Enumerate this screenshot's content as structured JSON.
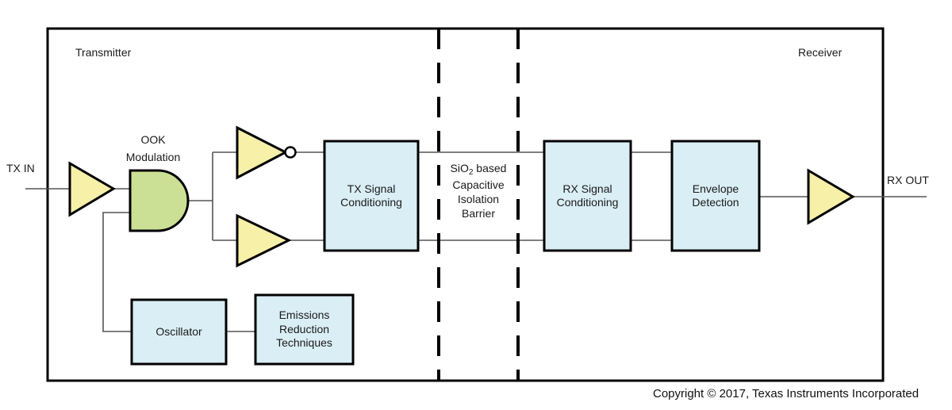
{
  "diagram": {
    "title_regions": {
      "transmitter_label": "Transmitter",
      "receiver_label": "Receiver"
    },
    "ports": {
      "input_label": "TX IN",
      "output_label": "RX OUT"
    },
    "annotations": {
      "ook_line1": "OOK",
      "ook_line2": "Modulation"
    },
    "barrier": {
      "line1_pre": "SiO",
      "line1_sub": "2",
      "line1_post": " based",
      "line2": "Capacitive",
      "line3": "Isolation",
      "line4": "Barrier"
    },
    "blocks": [
      {
        "id": "tx-signal-conditioning",
        "line1": "TX Signal",
        "line2": "Conditioning",
        "line3": ""
      },
      {
        "id": "rx-signal-conditioning",
        "line1": "RX Signal",
        "line2": "Conditioning",
        "line3": ""
      },
      {
        "id": "envelope-detection",
        "line1": "Envelope",
        "line2": "Detection",
        "line3": ""
      },
      {
        "id": "oscillator",
        "line1": "Oscillator",
        "line2": "",
        "line3": ""
      },
      {
        "id": "emissions-reduction",
        "line1": "Emissions",
        "line2": "Reduction",
        "line3": "Techniques"
      }
    ],
    "gates": {
      "input_buffer": "buffer-amplifier",
      "and_gate": "and-gate",
      "inverter": "inverter-gate",
      "tx_buffer": "buffer-amplifier",
      "output_buffer": "buffer-amplifier"
    },
    "footer": {
      "copyright": "Copyright © 2017, Texas Instruments Incorporated"
    },
    "colors": {
      "block_fill": "#daeef5",
      "gate_yellow": "#f7f0a8",
      "gate_green": "#cbe094",
      "stroke": "#000000",
      "wire": "#555555",
      "text": "#1a1a1a"
    }
  }
}
